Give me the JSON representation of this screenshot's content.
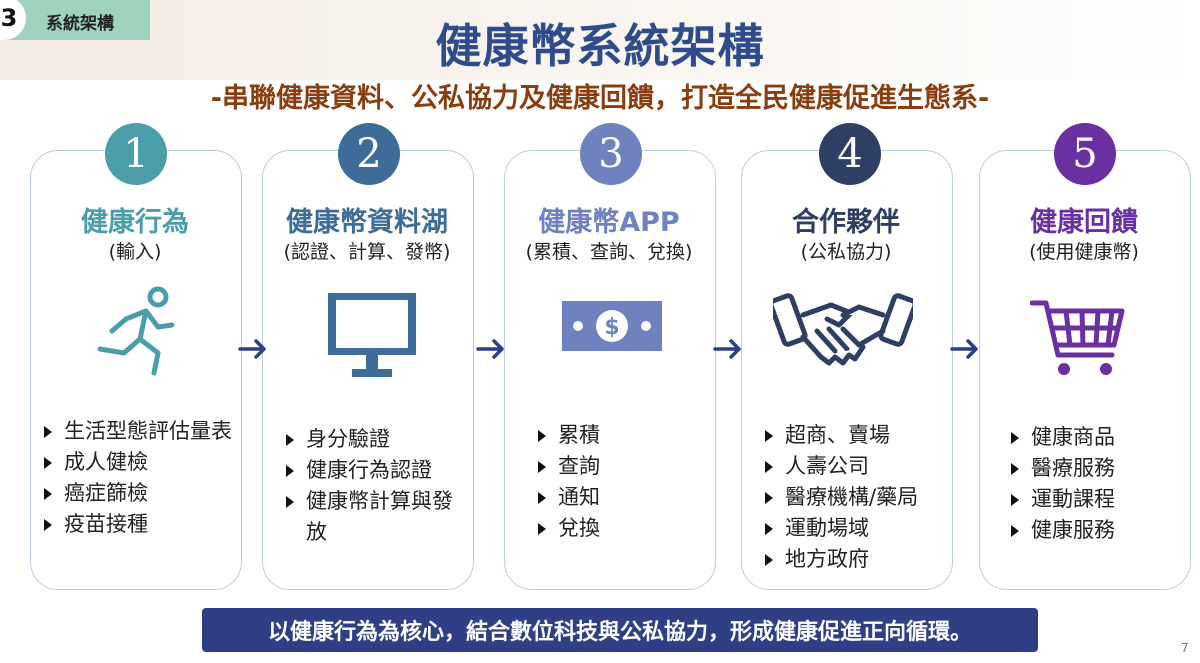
{
  "section": {
    "number": "3",
    "label": "系統架構"
  },
  "title": "健康幣系統架構",
  "subtitle": "-串聯健康資料、公私協力及健康回饋，打造全民健康促進生態系-",
  "colors": {
    "step1": "#4a9ea9",
    "step2": "#3c6c97",
    "step3": "#6e82c0",
    "step4": "#2f3e63",
    "step5": "#6a2fa1",
    "title": "#2e4c8c",
    "subtitle": "#8a3d0e",
    "footer_bg": "#2e3f86",
    "arrow": "#2e3f86"
  },
  "steps": [
    {
      "number": "1",
      "title": "健康行為",
      "subtitle": "(輸入)",
      "icon": "runner-icon",
      "items": [
        "生活型態評估量表",
        "成人健檢",
        "癌症篩檢",
        "疫苗接種"
      ]
    },
    {
      "number": "2",
      "title": "健康幣資料湖",
      "subtitle": "(認證、計算、發幣)",
      "icon": "monitor-icon",
      "items": [
        "身分驗證",
        "健康行為認證",
        "健康幣計算與發放"
      ]
    },
    {
      "number": "3",
      "title": "健康幣APP",
      "subtitle": "(累積、查詢、兌換)",
      "icon": "money-icon",
      "items": [
        "累積",
        "查詢",
        "通知",
        "兌換"
      ]
    },
    {
      "number": "4",
      "title": "合作夥伴",
      "subtitle": "(公私協力)",
      "icon": "handshake-icon",
      "items": [
        "超商、賣場",
        "人壽公司",
        "醫療機構/藥局",
        "運動場域",
        "地方政府"
      ]
    },
    {
      "number": "5",
      "title": "健康回饋",
      "subtitle": "(使用健康幣)",
      "icon": "shopping-cart-icon",
      "items": [
        "健康商品",
        "醫療服務",
        "運動課程",
        "健康服務"
      ]
    }
  ],
  "footer": "以健康行為為核心，結合數位科技與公私協力，形成健康促進正向循環。",
  "page_number": "7"
}
